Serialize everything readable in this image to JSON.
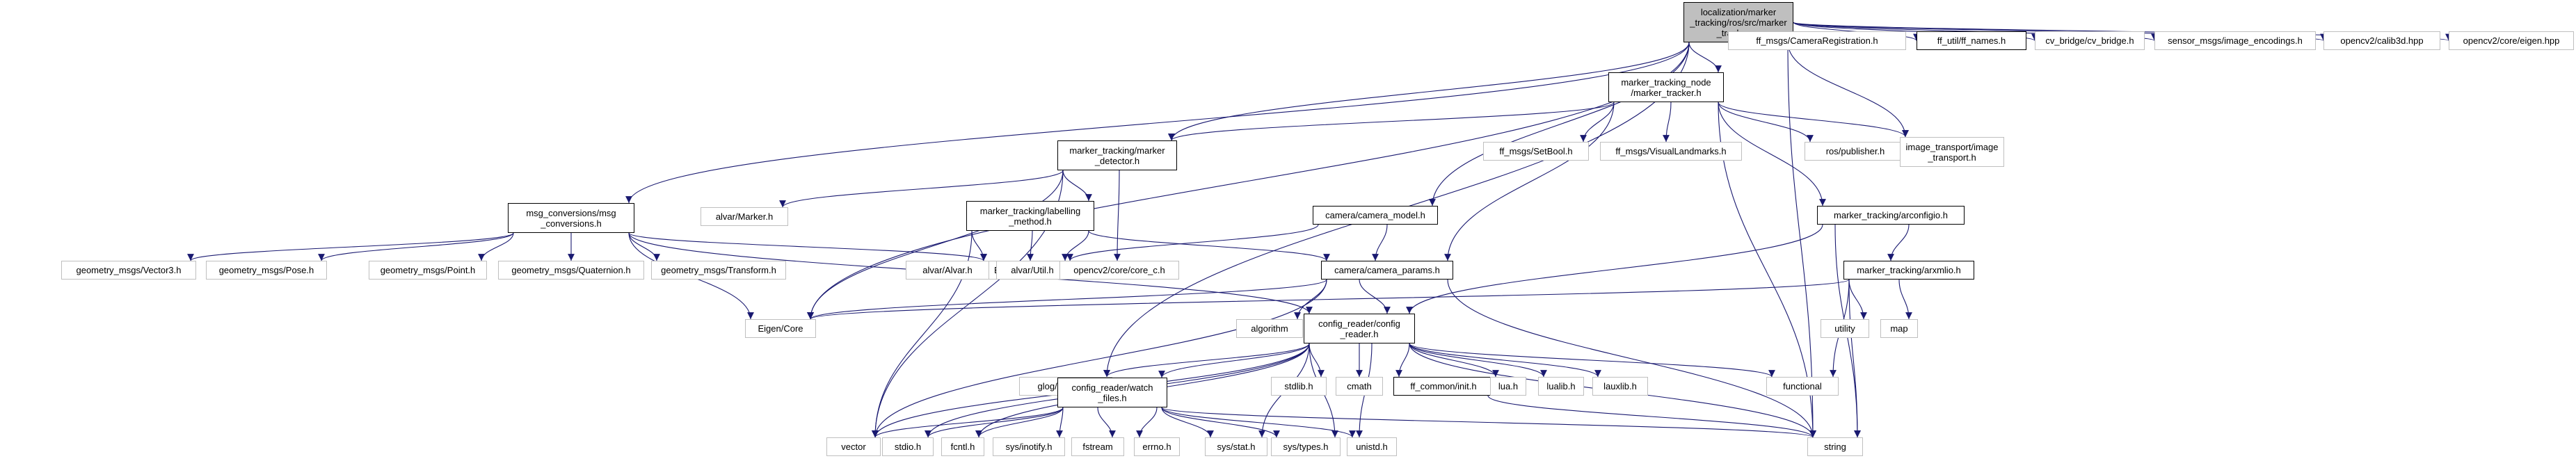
{
  "nodes": {
    "main": [
      "localization/marker",
      "_tracking/ros/src/marker",
      "_tracker.cc"
    ],
    "cam_reg": [
      "ff_msgs/CameraRegistration.h"
    ],
    "ff_names": [
      "ff_util/ff_names.h"
    ],
    "cv_bridge": [
      "cv_bridge/cv_bridge.h"
    ],
    "img_enc": [
      "sensor_msgs/image_encodings.h"
    ],
    "calib3d": [
      "opencv2/calib3d.hpp"
    ],
    "cv_eigen": [
      "opencv2/core/eigen.hpp"
    ],
    "node": [
      "marker_tracking_node",
      "/marker_tracker.h"
    ],
    "detector": [
      "marker_tracking/marker",
      "_detector.h"
    ],
    "setbool": [
      "ff_msgs/SetBool.h"
    ],
    "visland": [
      "ff_msgs/VisualLandmarks.h"
    ],
    "publisher": [
      "ros/publisher.h"
    ],
    "img_transport": [
      "image_transport/image",
      "_transport.h"
    ],
    "msgconv": [
      "msg_conversions/msg",
      "_conversions.h"
    ],
    "alvar_marker": [
      "alvar/Marker.h"
    ],
    "labelling": [
      "marker_tracking/labelling",
      "_method.h"
    ],
    "cam_model": [
      "camera/camera_model.h"
    ],
    "arconfigio": [
      "marker_tracking/arconfigio.h"
    ],
    "vec3": [
      "geometry_msgs/Vector3.h"
    ],
    "pose": [
      "geometry_msgs/Pose.h"
    ],
    "point": [
      "geometry_msgs/Point.h"
    ],
    "quat": [
      "geometry_msgs/Quaternion.h"
    ],
    "transform": [
      "geometry_msgs/Transform.h"
    ],
    "eigen_geom": [
      "Eigen/Geometry"
    ],
    "alvar": [
      "alvar/Alvar.h"
    ],
    "alvar_util": [
      "alvar/Util.h"
    ],
    "core_c": [
      "opencv2/core/core_c.h"
    ],
    "cam_params": [
      "camera/camera_params.h"
    ],
    "arxmlio": [
      "marker_tracking/arxmlio.h"
    ],
    "eigen_core": [
      "Eigen/Core"
    ],
    "algorithm": [
      "algorithm"
    ],
    "config_reader": [
      "config_reader/config",
      "_reader.h"
    ],
    "utility": [
      "utility"
    ],
    "map": [
      "map"
    ],
    "glog": [
      "glog/logging.h"
    ],
    "watch_files": [
      "config_reader/watch",
      "_files.h"
    ],
    "stdlib": [
      "stdlib.h"
    ],
    "cmath": [
      "cmath"
    ],
    "ff_init": [
      "ff_common/init.h"
    ],
    "lua": [
      "lua.h"
    ],
    "lualib": [
      "lualib.h"
    ],
    "lauxlib": [
      "lauxlib.h"
    ],
    "functional": [
      "functional"
    ],
    "vector": [
      "vector"
    ],
    "stdio": [
      "stdio.h"
    ],
    "fcntl": [
      "fcntl.h"
    ],
    "inotify": [
      "sys/inotify.h"
    ],
    "fstream": [
      "fstream"
    ],
    "errno": [
      "errno.h"
    ],
    "stat": [
      "sys/stat.h"
    ],
    "types": [
      "sys/types.h"
    ],
    "unistd": [
      "unistd.h"
    ],
    "string": [
      "string"
    ]
  },
  "edges": [
    [
      "main",
      "cam_reg"
    ],
    [
      "main",
      "ff_names"
    ],
    [
      "main",
      "cv_bridge"
    ],
    [
      "main",
      "img_enc"
    ],
    [
      "main",
      "calib3d"
    ],
    [
      "main",
      "cv_eigen"
    ],
    [
      "main",
      "node"
    ],
    [
      "main",
      "detector"
    ],
    [
      "main",
      "msgconv"
    ],
    [
      "main",
      "cam_model"
    ],
    [
      "main",
      "eigen_core"
    ],
    [
      "main",
      "glog"
    ],
    [
      "main",
      "string"
    ],
    [
      "main",
      "img_transport"
    ],
    [
      "node",
      "detector"
    ],
    [
      "node",
      "setbool"
    ],
    [
      "node",
      "visland"
    ],
    [
      "node",
      "publisher"
    ],
    [
      "node",
      "img_transport"
    ],
    [
      "node",
      "arconfigio"
    ],
    [
      "node",
      "cam_params"
    ],
    [
      "node",
      "string"
    ],
    [
      "detector",
      "alvar_marker"
    ],
    [
      "detector",
      "labelling"
    ],
    [
      "detector",
      "core_c"
    ],
    [
      "detector",
      "eigen_core"
    ],
    [
      "detector",
      "vector"
    ],
    [
      "msgconv",
      "vec3"
    ],
    [
      "msgconv",
      "pose"
    ],
    [
      "msgconv",
      "point"
    ],
    [
      "msgconv",
      "quat"
    ],
    [
      "msgconv",
      "transform"
    ],
    [
      "msgconv",
      "eigen_geom"
    ],
    [
      "msgconv",
      "eigen_core"
    ],
    [
      "msgconv",
      "config_reader"
    ],
    [
      "labelling",
      "alvar"
    ],
    [
      "labelling",
      "alvar_util"
    ],
    [
      "labelling",
      "core_c"
    ],
    [
      "labelling",
      "cam_params"
    ],
    [
      "labelling",
      "vector"
    ],
    [
      "cam_model",
      "eigen_geom"
    ],
    [
      "cam_model",
      "cam_params"
    ],
    [
      "arconfigio",
      "arxmlio"
    ],
    [
      "arconfigio",
      "config_reader"
    ],
    [
      "arconfigio",
      "string"
    ],
    [
      "cam_params",
      "eigen_core"
    ],
    [
      "cam_params",
      "algorithm"
    ],
    [
      "cam_params",
      "config_reader"
    ],
    [
      "cam_params",
      "vector"
    ],
    [
      "cam_params",
      "string"
    ],
    [
      "arxmlio",
      "utility"
    ],
    [
      "arxmlio",
      "map"
    ],
    [
      "arxmlio",
      "functional"
    ],
    [
      "arxmlio",
      "string"
    ],
    [
      "arxmlio",
      "eigen_core"
    ],
    [
      "config_reader",
      "glog"
    ],
    [
      "config_reader",
      "watch_files"
    ],
    [
      "config_reader",
      "stdlib"
    ],
    [
      "config_reader",
      "cmath"
    ],
    [
      "config_reader",
      "ff_init"
    ],
    [
      "config_reader",
      "lua"
    ],
    [
      "config_reader",
      "lualib"
    ],
    [
      "config_reader",
      "lauxlib"
    ],
    [
      "config_reader",
      "functional"
    ],
    [
      "config_reader",
      "vector"
    ],
    [
      "config_reader",
      "stdio"
    ],
    [
      "config_reader",
      "fcntl"
    ],
    [
      "config_reader",
      "stat"
    ],
    [
      "config_reader",
      "types"
    ],
    [
      "config_reader",
      "unistd"
    ],
    [
      "config_reader",
      "string"
    ],
    [
      "watch_files",
      "vector"
    ],
    [
      "watch_files",
      "stdio"
    ],
    [
      "watch_files",
      "fcntl"
    ],
    [
      "watch_files",
      "inotify"
    ],
    [
      "watch_files",
      "fstream"
    ],
    [
      "watch_files",
      "errno"
    ],
    [
      "watch_files",
      "stat"
    ],
    [
      "watch_files",
      "types"
    ],
    [
      "watch_files",
      "unistd"
    ],
    [
      "watch_files",
      "string"
    ],
    [
      "ff_init",
      "string"
    ]
  ],
  "colors": {
    "edge": "#191970",
    "box_border": "#bfbfbf",
    "doc_border": "#000000",
    "root_fill": "#bfbfbf"
  }
}
